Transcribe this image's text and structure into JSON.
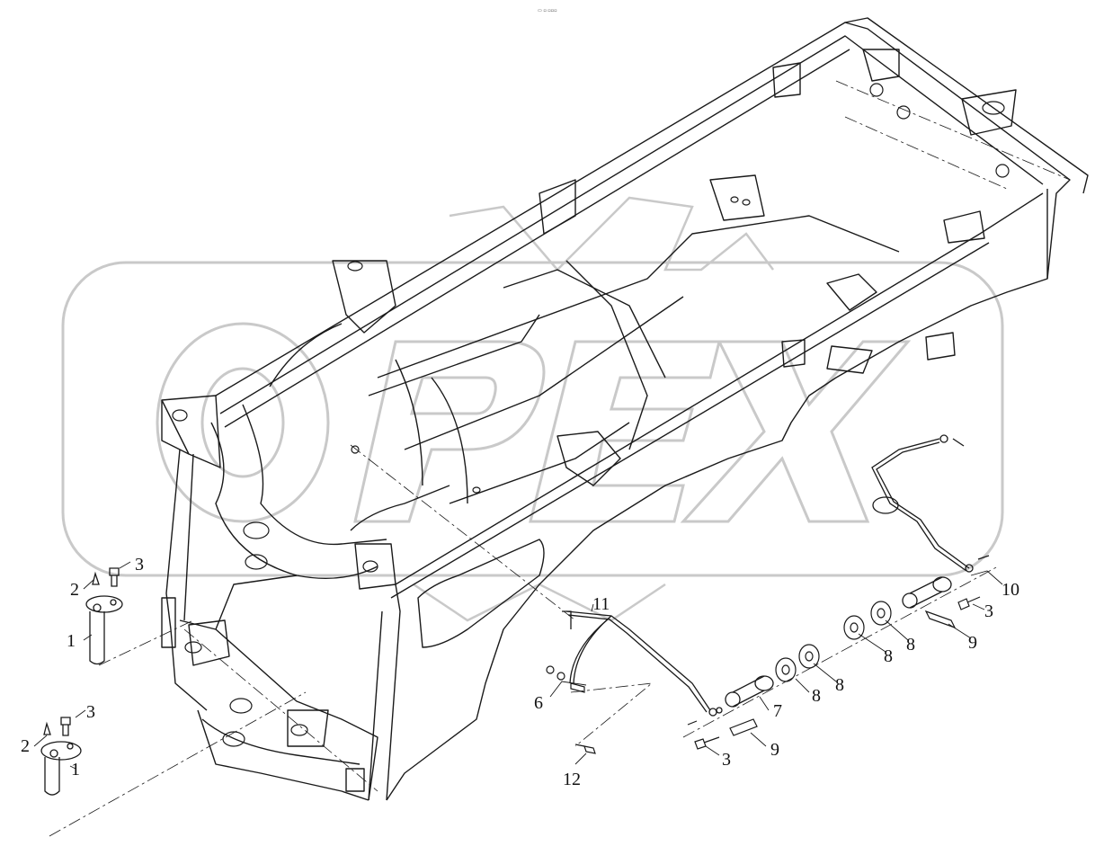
{
  "watermark": {
    "text": "OREX",
    "color": "#c8c8c8"
  },
  "header_code": "▭ ▫ ▫▫▫",
  "callouts": [
    {
      "id": "c1a",
      "text": "1"
    },
    {
      "id": "c2a",
      "text": "2"
    },
    {
      "id": "c3a",
      "text": "3"
    },
    {
      "id": "c1b",
      "text": "1"
    },
    {
      "id": "c2b",
      "text": "2"
    },
    {
      "id": "c3b",
      "text": "3"
    },
    {
      "id": "c11",
      "text": "11"
    },
    {
      "id": "c6",
      "text": "6"
    },
    {
      "id": "c12",
      "text": "12"
    },
    {
      "id": "c3c",
      "text": "3"
    },
    {
      "id": "c7",
      "text": "7"
    },
    {
      "id": "c9a",
      "text": "9"
    },
    {
      "id": "c8a",
      "text": "8"
    },
    {
      "id": "c8b",
      "text": "8"
    },
    {
      "id": "c8c",
      "text": "8"
    },
    {
      "id": "c8d",
      "text": "8"
    },
    {
      "id": "c9b",
      "text": "9"
    },
    {
      "id": "c3d",
      "text": "3"
    },
    {
      "id": "c10",
      "text": "10"
    }
  ],
  "colors": {
    "line": "#1a1a1a",
    "watermark": "#cfcfcf"
  }
}
